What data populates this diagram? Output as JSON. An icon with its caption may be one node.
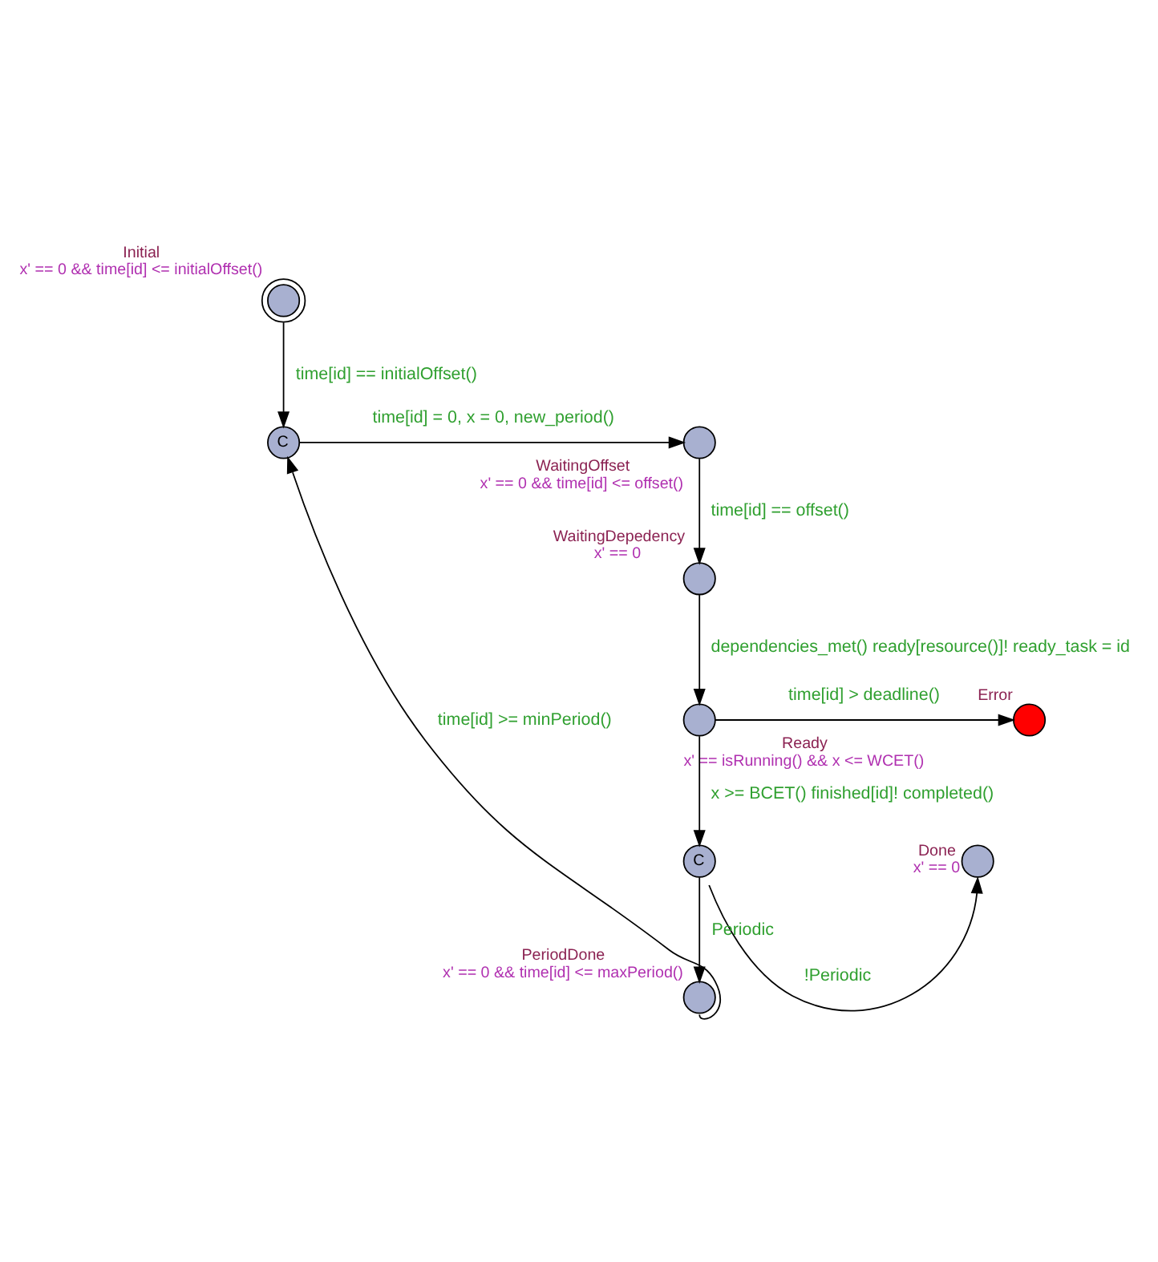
{
  "diagram": {
    "nodes": [
      {
        "text": [
          "Initial",
          "x' == 0 && time[id] <= initialOffset()"
        ]
      },
      {
        "text": [
          "C"
        ]
      },
      {
        "text": [
          "WaitingOffset",
          "x' == 0 && time[id] <= offset()"
        ]
      },
      {
        "text": [
          "WaitingDepedency",
          "x' == 0"
        ]
      },
      {
        "text": [
          "Error"
        ]
      },
      {
        "text": [
          "Ready",
          "x' == isRunning() && x <= WCET()"
        ]
      },
      {
        "text": [
          "Done",
          "x' == 0"
        ]
      },
      {
        "text": [
          "C"
        ]
      },
      {
        "text": [
          "PeriodDone",
          "x' == 0 && time[id] <= maxPeriod()"
        ]
      }
    ],
    "edges": [
      {
        "from": 0,
        "to": 1,
        "arrow": "to",
        "label": "time[id] == initialOffset()"
      },
      {
        "from": 1,
        "to": 2,
        "arrow": "to",
        "label": "time[id] = 0, x = 0, new_period()"
      },
      {
        "from": 2,
        "to": 3,
        "arrow": "to",
        "label": "time[id] == offset()"
      },
      {
        "from": 3,
        "to": 5,
        "arrow": "to",
        "label": "dependencies_met() ready[resource()]! ready_task = id"
      },
      {
        "from": 5,
        "to": 4,
        "arrow": "to",
        "label": "time[id] > deadline()"
      },
      {
        "from": 5,
        "to": 7,
        "arrow": "to",
        "label": "x >= BCET() finished[id]! completed()"
      },
      {
        "from": 7,
        "to": 6,
        "arrow": "to",
        "label": "!Periodic"
      },
      {
        "from": 7,
        "to": 8,
        "arrow": "to",
        "label": "Periodic"
      },
      {
        "from": 8,
        "to": 1,
        "arrow": "to",
        "label": "time[id] >= minPeriod()"
      }
    ]
  }
}
